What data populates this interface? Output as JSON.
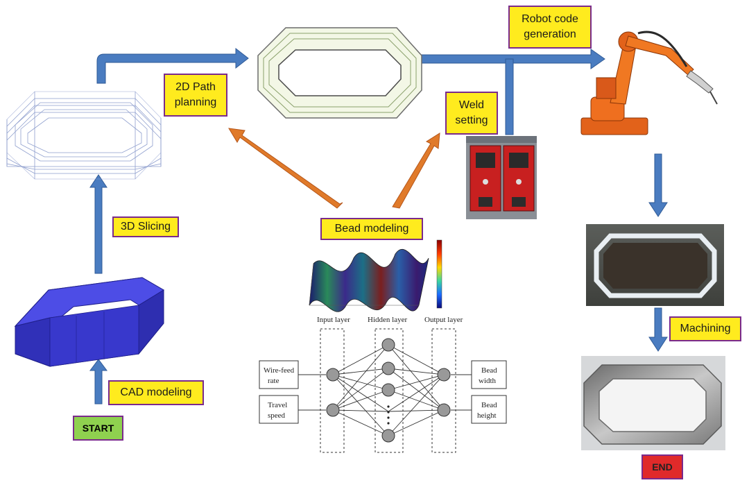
{
  "labels": {
    "path_planning": "2D Path planning",
    "robot_code": "Robot code generation",
    "weld_setting": "Weld setting",
    "slicing": "3D Slicing",
    "bead_modeling": "Bead modeling",
    "cad_modeling": "CAD modeling",
    "start": "START",
    "machining": "Machining",
    "end": "END"
  },
  "neural_network": {
    "input_layer": "Input layer",
    "hidden_layer": "Hidden layer",
    "output_layer": "Output layer",
    "inputs": [
      "Wire-feed rate",
      "Travel speed"
    ],
    "outputs": [
      "Bead width",
      "Bead height"
    ]
  },
  "colors": {
    "label_fill": "#ffeb1e",
    "label_border": "#7a2a8c",
    "flow_arrow": "#4a7cc0",
    "bead_arrow": "#e07a2a",
    "start_fill": "#8fd14f",
    "end_fill": "#e02a2a"
  }
}
